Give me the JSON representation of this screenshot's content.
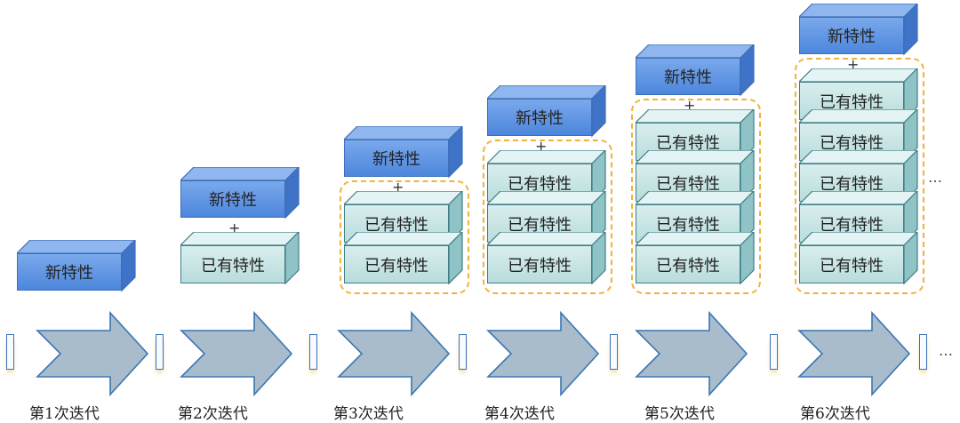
{
  "labels": {
    "new_feature": "新特性",
    "existing_feature": "已有特性",
    "plus": "+",
    "ellipsis": "…"
  },
  "iterations": [
    {
      "label": "第1次迭代",
      "existing_count": 0
    },
    {
      "label": "第2次迭代",
      "existing_count": 1
    },
    {
      "label": "第3次迭代",
      "existing_count": 2
    },
    {
      "label": "第4次迭代",
      "existing_count": 3
    },
    {
      "label": "第5次迭代",
      "existing_count": 4
    },
    {
      "label": "第6次迭代",
      "existing_count": 5
    }
  ],
  "colors": {
    "new_feature_fill": "#5a8fe0",
    "existing_feature_fill": "#c8e4e4",
    "arrow_fill": "#a9bccb",
    "group_border": "#f0b23b",
    "marker_border": "#3b6fb6"
  }
}
